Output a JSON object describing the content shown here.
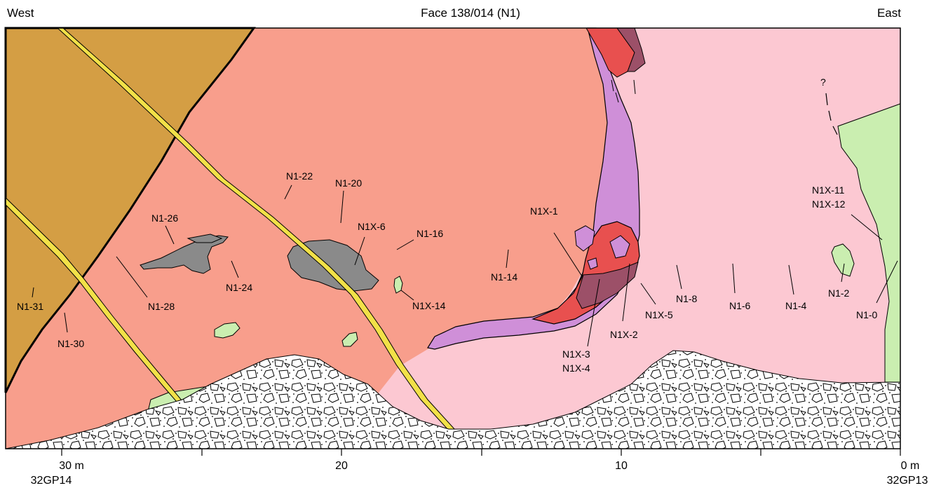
{
  "header": {
    "left": "West",
    "title": "Face 138/014 (N1)",
    "right": "East"
  },
  "legend_colors": {
    "brown_unit": "#d49e44",
    "salmon_unit": "#f89e8c",
    "pink_unit": "#fcc8d2",
    "green_unit": "#caeeb0",
    "vein_yellow": "#f2e148",
    "red_unit": "#e8504f",
    "purple_unit": "#cf8fd8",
    "dark_purple_unit": "#9c5068",
    "gray_enclave": "#8a8a8a",
    "rubble": "#ffffff"
  },
  "unknown_mark": "?",
  "samples": [
    {
      "id": "N1-0",
      "text": "N1-0"
    },
    {
      "id": "N1-2",
      "text": "N1-2"
    },
    {
      "id": "N1-4",
      "text": "N1-4"
    },
    {
      "id": "N1-6",
      "text": "N1-6"
    },
    {
      "id": "N1-8",
      "text": "N1-8"
    },
    {
      "id": "N1X-5",
      "text": "N1X-5"
    },
    {
      "id": "N1X-2",
      "text": "N1X-2"
    },
    {
      "id": "N1X-3",
      "text": "N1X-3"
    },
    {
      "id": "N1X-4",
      "text": "N1X-4"
    },
    {
      "id": "N1X-1",
      "text": "N1X-1"
    },
    {
      "id": "N1-14",
      "text": "N1-14"
    },
    {
      "id": "N1-16",
      "text": "N1-16"
    },
    {
      "id": "N1X-14",
      "text": "N1X-14"
    },
    {
      "id": "N1X-6",
      "text": "N1X-6"
    },
    {
      "id": "N1-20",
      "text": "N1-20"
    },
    {
      "id": "N1-22",
      "text": "N1-22"
    },
    {
      "id": "N1-24",
      "text": "N1-24"
    },
    {
      "id": "N1-26",
      "text": "N1-26"
    },
    {
      "id": "N1-28",
      "text": "N1-28"
    },
    {
      "id": "N1-30",
      "text": "N1-30"
    },
    {
      "id": "N1-31",
      "text": "N1-31"
    },
    {
      "id": "N1X-11",
      "text": "N1X-11"
    },
    {
      "id": "N1X-12",
      "text": "N1X-12"
    }
  ],
  "axis": {
    "ticks": [
      "30 m",
      "20",
      "10",
      "0 m"
    ],
    "left_station": "32GP14",
    "right_station": "32GP13"
  }
}
